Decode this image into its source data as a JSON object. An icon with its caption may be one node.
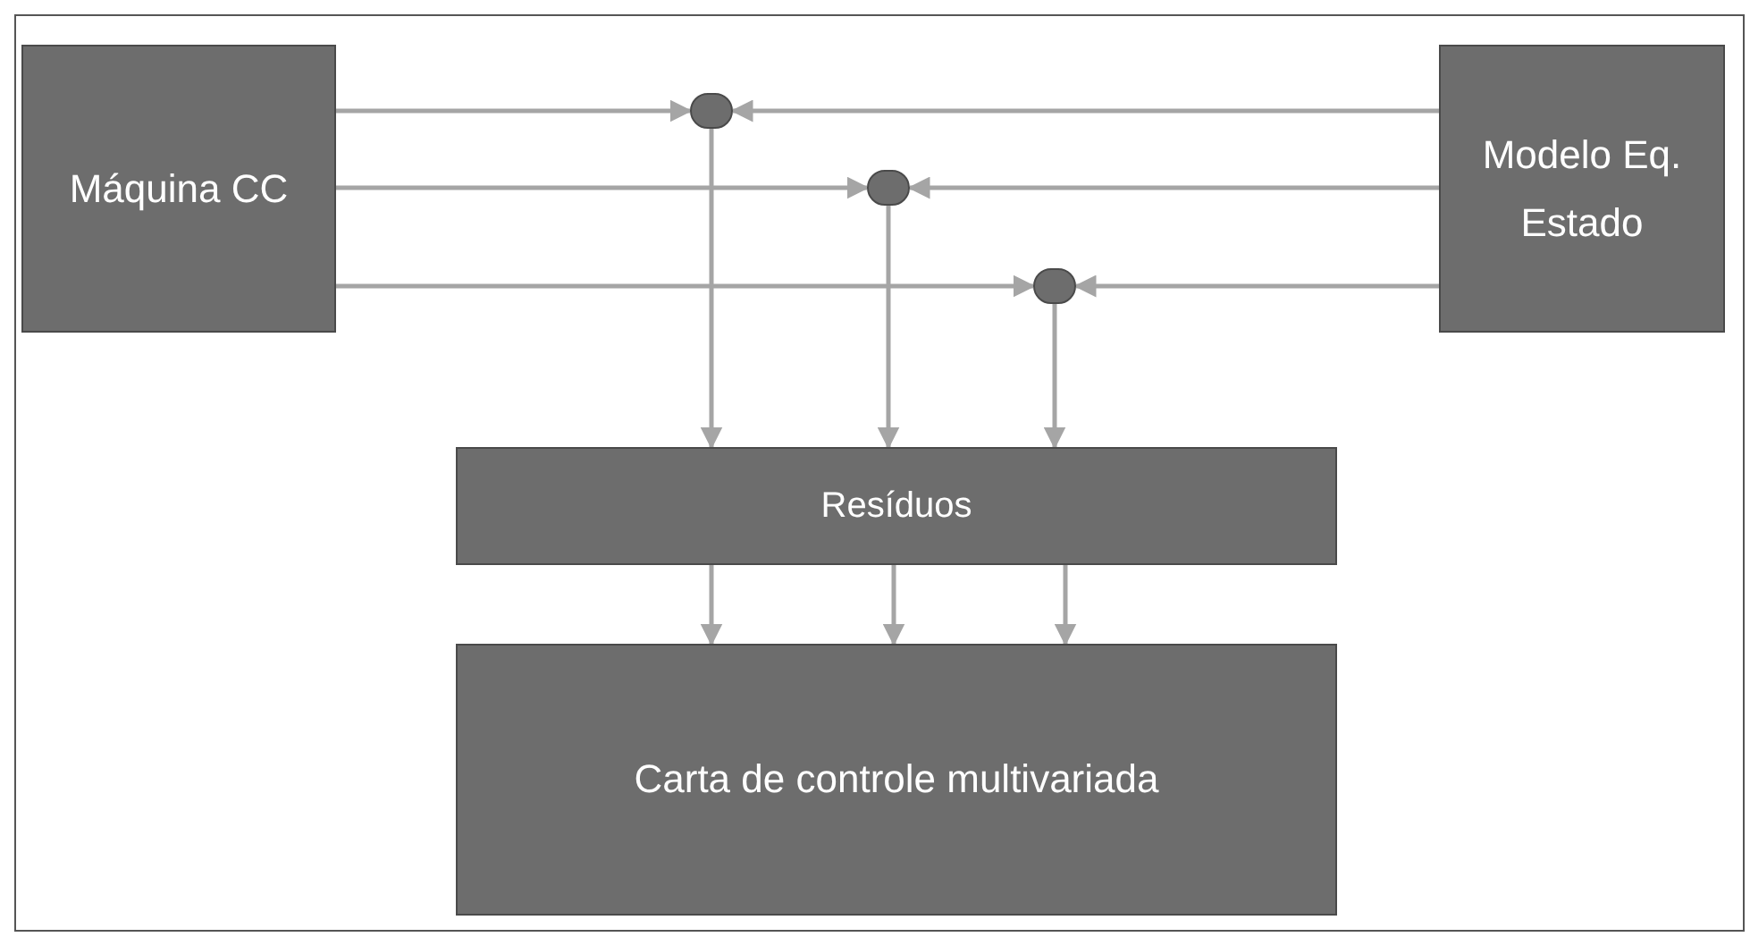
{
  "diagram": {
    "nodes": [
      {
        "text": [
          "Máquina CC"
        ]
      },
      {
        "text": [
          "Modelo Eq. Estado"
        ]
      },
      {
        "text": [],
        "shape": "circle"
      },
      {
        "text": [],
        "shape": "circle"
      },
      {
        "text": [],
        "shape": "circle"
      },
      {
        "text": [
          "Resíduos"
        ]
      },
      {
        "text": [
          "Carta de controle multivariada"
        ]
      }
    ],
    "edges": [
      {
        "from": 0,
        "to": 2,
        "arrow": "to"
      },
      {
        "from": 1,
        "to": 2,
        "arrow": "to"
      },
      {
        "from": 0,
        "to": 3,
        "arrow": "to"
      },
      {
        "from": 1,
        "to": 3,
        "arrow": "to"
      },
      {
        "from": 0,
        "to": 4,
        "arrow": "to"
      },
      {
        "from": 1,
        "to": 4,
        "arrow": "to"
      },
      {
        "from": 2,
        "to": 5,
        "arrow": "to"
      },
      {
        "from": 3,
        "to": 5,
        "arrow": "to"
      },
      {
        "from": 4,
        "to": 5,
        "arrow": "to"
      },
      {
        "from": 5,
        "to": 6,
        "arrow": "to"
      },
      {
        "from": 5,
        "to": 6,
        "arrow": "to"
      },
      {
        "from": 5,
        "to": 6,
        "arrow": "to"
      }
    ]
  }
}
